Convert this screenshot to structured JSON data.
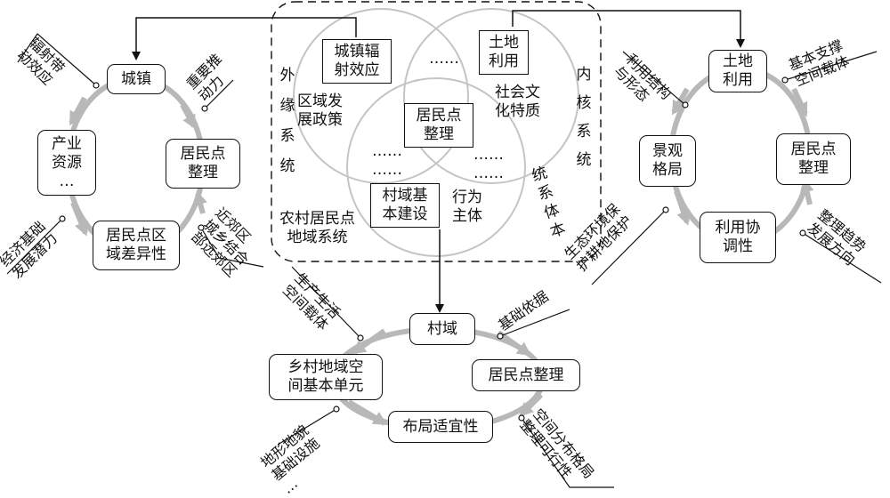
{
  "center": {
    "circle1": "城镇辐\n射效应",
    "circle1_sub": "区域发\n展政策",
    "land_use": "土地\n利用",
    "culture": "社会文\n化特质",
    "core": "居民点\n整理",
    "village_build": "村域基\n本建设",
    "actor": "行为\n主体",
    "rural_system": "农村居民点\n地域系统",
    "dots_top": "……",
    "dots_mid": "……\n……",
    "dots_right": "……\n……",
    "outer_label": "外缘系统",
    "inner_label": "内核系统",
    "body_label": "统系体本"
  },
  "left_cycle": {
    "top": "城镇",
    "left": "产业\n资源\n…",
    "right": "居民点\n整理",
    "bottom": "居民点区\n域差异性",
    "ann_tl": "辐射带\n动效应",
    "ann_tr": "重要推\n动力",
    "ann_bl": "经济基础\n发展潜力",
    "ann_br": "近郊区\n城乡结合\n部远郊区"
  },
  "right_cycle": {
    "top": "土地\n利用",
    "left": "景观\n格局",
    "right": "居民点\n整理",
    "bottom": "利用协\n调性",
    "ann_tl": "利用结构\n与形态",
    "ann_tr": "基本支撑\n空间载体",
    "ann_bl": "生态环境保\n护耕地保护",
    "ann_br": "整理趋势\n发展方向"
  },
  "bottom_cycle": {
    "top": "村域",
    "left": "乡村地域空\n间基本单元",
    "right": "居民点整理",
    "bottom": "布局适宜性",
    "ann_tl": "生产生活\n空间载体",
    "ann_tr": "基础依据",
    "ann_bl": "地形地貌\n基础设施\n…",
    "ann_br": "空间分布格局\n整理可行性"
  }
}
